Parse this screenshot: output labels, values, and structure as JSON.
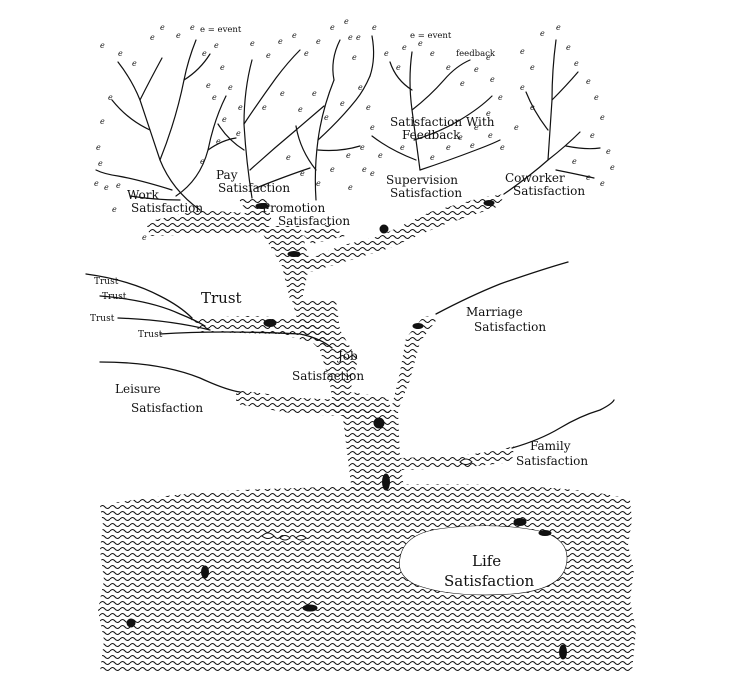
{
  "legend": {
    "top_left": "e = event",
    "top_right": "e = event",
    "feedback": "feedback"
  },
  "event_mark": "e",
  "labels": {
    "work_1": "Work",
    "work_2": "Satisfaction",
    "pay_1": "Pay",
    "pay_2": "Satisfaction",
    "promotion_1": "Promotion",
    "promotion_2": "Satisfaction",
    "supervision_1": "Supervision",
    "supervision_2": "Satisfaction",
    "swf_1": "Satisfaction With",
    "swf_2": "Feedback",
    "coworker_1": "Coworker",
    "coworker_2": "Satisfaction",
    "trust_main": "Trust",
    "trust_1": "Trust",
    "trust_2": "Trust",
    "trust_3": "Trust",
    "trust_4": "Trust",
    "marriage_1": "Marriage",
    "marriage_2": "Satisfaction",
    "job_1": "Job",
    "job_2": "Satisfaction",
    "leisure_1": "Leisure",
    "leisure_2": "Satisfaction",
    "family_1": "Family",
    "family_2": "Satisfaction",
    "life_1": "Life",
    "life_2": "Satisfaction"
  },
  "colors": {
    "ink": "#111111",
    "paper": "#ffffff"
  }
}
